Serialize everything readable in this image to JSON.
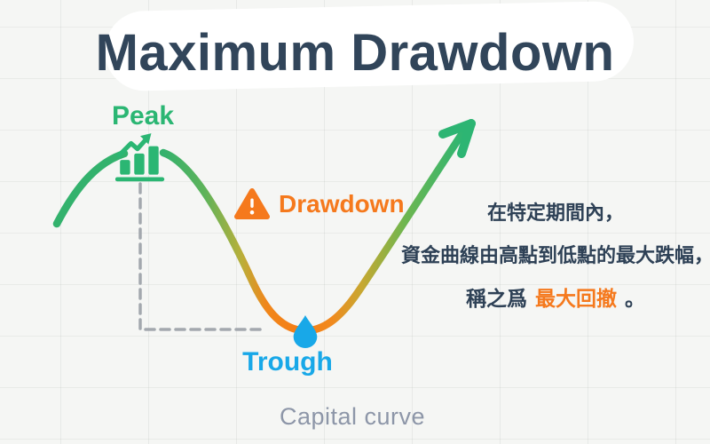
{
  "title": "Maximum Drawdown",
  "curve": {
    "peak_label": "Peak",
    "trough_label": "Trough",
    "drawdown_label": "Drawdown",
    "caption": "Capital curve"
  },
  "description": {
    "line1": "在特定期間內，",
    "line2": "資金曲線由高點到低點的最大跌幅，",
    "line3_prefix": "稱之爲",
    "line3_highlight": "最大回撤",
    "line3_suffix": "。"
  },
  "icons": {
    "peak": "bar-chart-rising-icon",
    "drawdown": "warning-triangle-icon",
    "trough": "water-drop-icon",
    "recovery": "up-right-arrow-icon"
  },
  "colors": {
    "title_navy": "#31455a",
    "text_navy": "#2e4156",
    "peak_green": "#2bb673",
    "trough_blue": "#18a8e8",
    "drawdown_orange": "#f5791d",
    "caption_gray": "#8d96a8",
    "guide_gray": "#a3a8ae",
    "background": "#f5f6f4"
  }
}
